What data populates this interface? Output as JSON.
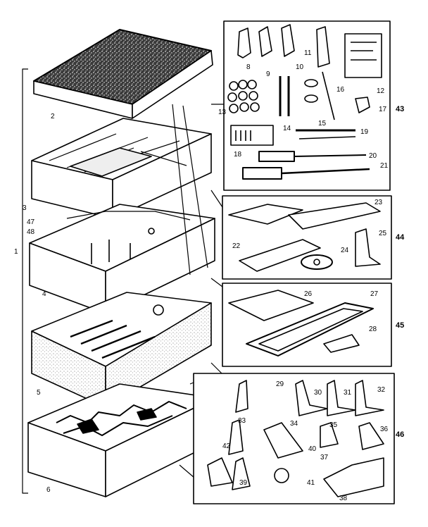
{
  "callouts": {
    "c1": "1",
    "c2": "2",
    "c3": "3",
    "c4": "4",
    "c5": "5",
    "c6": "6",
    "c8": "8",
    "c9": "9",
    "c10": "10",
    "c11": "11",
    "c12": "12",
    "c13": "13",
    "c14": "14",
    "c15": "15",
    "c16": "16",
    "c17": "17",
    "c18": "18",
    "c19": "19",
    "c20": "20",
    "c21": "21",
    "c22": "22",
    "c23": "23",
    "c24": "24",
    "c25": "25",
    "c26": "26",
    "c27": "27",
    "c28": "28",
    "c29": "29",
    "c30": "30",
    "c31": "31",
    "c32": "32",
    "c33": "33",
    "c34": "34",
    "c35": "35",
    "c36": "36",
    "c37": "37",
    "c38": "38",
    "c39": "39",
    "c40": "40",
    "c41": "41",
    "c42": "42",
    "c43": "43",
    "c44": "44",
    "c45": "45",
    "c46": "46",
    "c47": "47",
    "c48": "48"
  }
}
